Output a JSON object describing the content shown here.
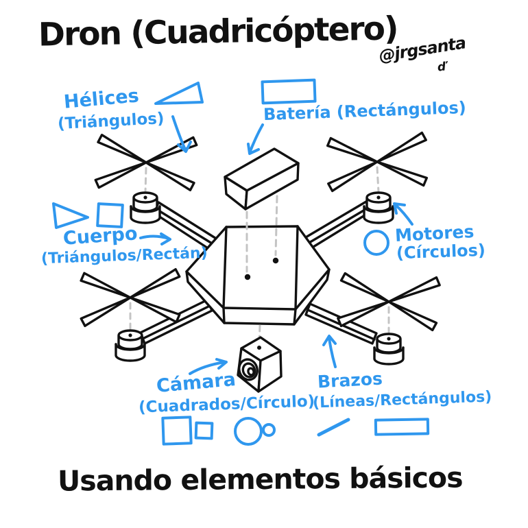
{
  "title": "Dron (Cuadricóptero)",
  "signature": "@jrgsanta",
  "signature_doodle": "ď",
  "footer": "Usando elementos básicos",
  "colors": {
    "accent_blue": "#2f97ee",
    "ink": "#111111",
    "paper": "#ffffff",
    "dash_gray": "#c4c4c4"
  },
  "annotations": {
    "helices": {
      "label": "Hélices",
      "shapes_label": "(Triángulos)",
      "icon": "triangle-icon"
    },
    "bateria": {
      "label": "Batería (Rectángulos)",
      "icon": "rectangle-icon"
    },
    "cuerpo": {
      "label": "Cuerpo",
      "shapes_label": "(Triángulos/Rectán)",
      "icons": "triangle-icon + square-icon"
    },
    "motores": {
      "label": "Motores",
      "shapes_label": "(Círculos)",
      "icon": "circle-icon"
    },
    "camara": {
      "label": "Cámara",
      "shapes_label": "(Cuadrados/Círculo)",
      "icons": "square-large-icon + square-small-icon + circle-large-icon + circle-small-icon"
    },
    "brazos": {
      "label": "Brazos",
      "shapes_label": "(Líneas/Rectángulos)",
      "icons": "line-icon + rectangle-icon"
    }
  },
  "diagram_parts": [
    "Hélices",
    "Batería",
    "Cuerpo",
    "Motores",
    "Cámara",
    "Brazos"
  ]
}
